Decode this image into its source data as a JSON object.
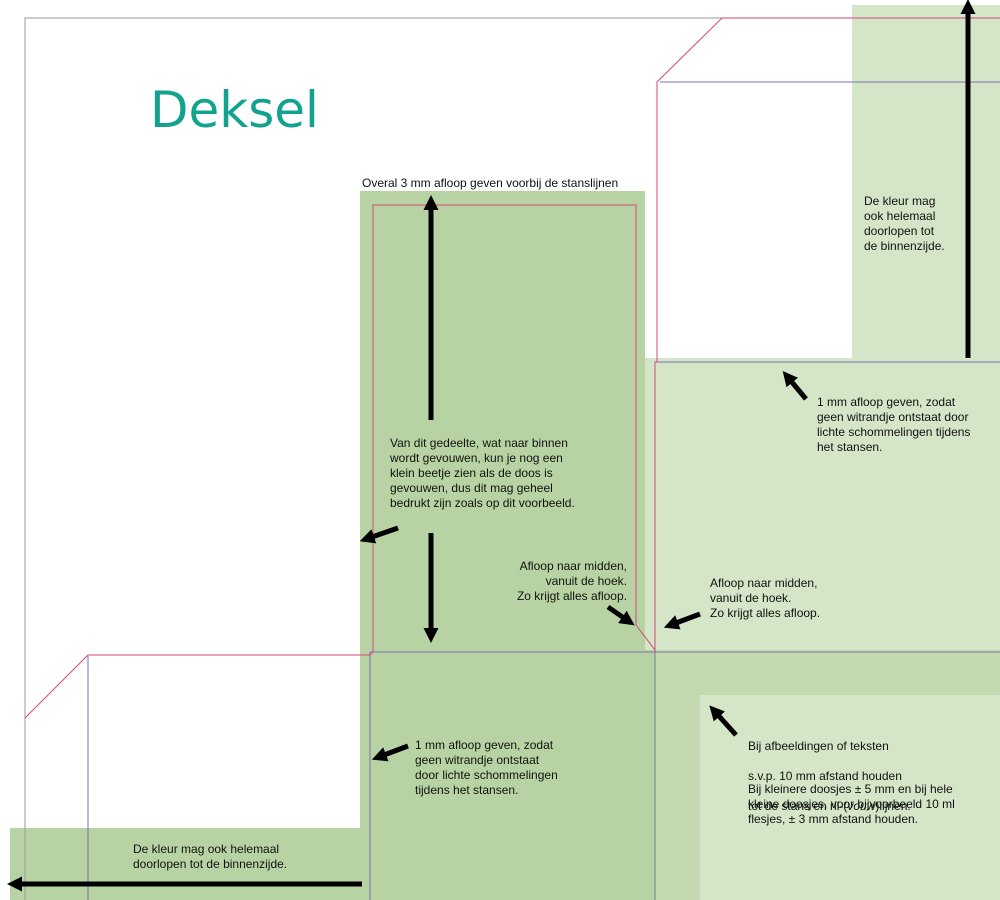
{
  "title": "Deksel",
  "colors": {
    "green_dark": "#b8d3a3",
    "green_mid": "#c3dab0",
    "green_light": "#d5e5c7",
    "cut_line": "#d6477a",
    "fold_line": "#7d72b0",
    "title": "#12a38f",
    "arrow": "#000000"
  },
  "labels": {
    "bleed_top": "Overal 3 mm afloop geven voorbij de stanslijnen",
    "inside_fold": "Van dit gedeelte, wat naar binnen\nwordt gevouwen, kun je nog een\nklein beetje zien als de doos is\ngevouwen, dus dit mag geheel\nbedrukt zijn zoals op dit voorbeeld.",
    "corner_left": "Afloop naar midden,\nvanuit de hoek.\nZo krijgt alles afloop.",
    "corner_right": "Afloop naar midden,\nvanuit de hoek.\nZo krijgt alles afloop.",
    "color_inside_right": "De kleur mag\nook helemaal\ndoorlopen tot\nde binnenzijde.",
    "bleed_1mm_right": "1 mm afloop geven, zodat\ngeen witrandje ontstaat door\nlichte schommelingen tijdens\nhet stansen.",
    "bleed_1mm_center": "1 mm afloop geven, zodat\ngeen witrandje ontstaat\ndoor lichte schommelingen\ntijdens het stansen.",
    "distance_line1": "Bij afbeeldingen of teksten",
    "distance_line2": "s.v.p. 10 mm afstand houden",
    "distance_line3_a": "tot de stans en ril-(",
    "distance_line3_em": "vouw",
    "distance_line3_b": ")lijnen.",
    "distance_small": "Bij kleinere doosjes ± 5 mm en bij hele\nkleine doosjes, voor bijvoorbeeld 10 ml\nflesjes, ± 3 mm afstand houden.",
    "color_inside_bottom": "De kleur mag ook helemaal\ndoorlopen tot de binnenzijde."
  },
  "icons": {
    "arrow": "arrow-icon"
  }
}
